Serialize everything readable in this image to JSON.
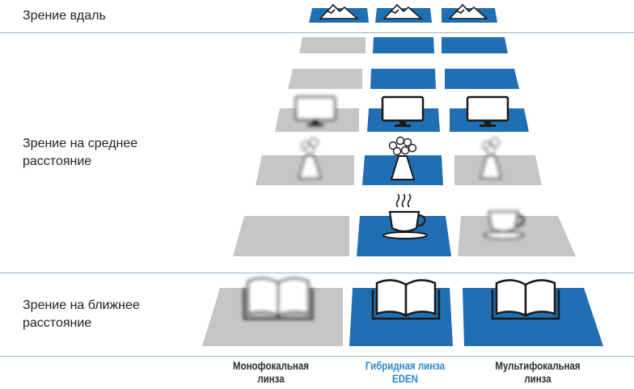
{
  "colors": {
    "blue": "#1f6fb2",
    "gray": "#c6c6c6",
    "divider": "#9bb3c7",
    "eden_label": "#2a86c8"
  },
  "rows": [
    {
      "id": "far",
      "label": "Зрение вдаль"
    },
    {
      "id": "intermediate",
      "label_line1": "Зрение на среднее",
      "label_line2": "расстояние"
    },
    {
      "id": "near",
      "label_line1": "Зрение на ближнее",
      "label_line2": "расстояние"
    }
  ],
  "columns": [
    {
      "id": "mono",
      "label_line1": "Монофокальная",
      "label_line2": "линза"
    },
    {
      "id": "eden",
      "label_line1": "Гибридная линза",
      "label_line2": "EDEN"
    },
    {
      "id": "multi",
      "label_line1": "Мультифокальная",
      "label_line2": "линза"
    }
  ],
  "tiles": [
    {
      "level": "far-mountains",
      "icon": "mountains-icon",
      "states": [
        "blue",
        "blue",
        "blue"
      ]
    },
    {
      "level": "far-2",
      "icon": "",
      "states": [
        "gray",
        "blue",
        "blue"
      ]
    },
    {
      "level": "far-3",
      "icon": "",
      "states": [
        "gray",
        "blue",
        "blue"
      ]
    },
    {
      "level": "monitor",
      "icon": "monitor-icon",
      "states": [
        "gray-blur",
        "blue",
        "blue"
      ]
    },
    {
      "level": "vase",
      "icon": "flower-vase-icon",
      "states": [
        "gray-blur",
        "blue",
        "gray-blur"
      ]
    },
    {
      "level": "cup",
      "icon": "coffee-cup-icon",
      "states": [
        "gray",
        "blue",
        "gray-blur"
      ]
    },
    {
      "level": "book",
      "icon": "open-book-icon",
      "states": [
        "gray-blur",
        "blue",
        "blue"
      ]
    }
  ]
}
